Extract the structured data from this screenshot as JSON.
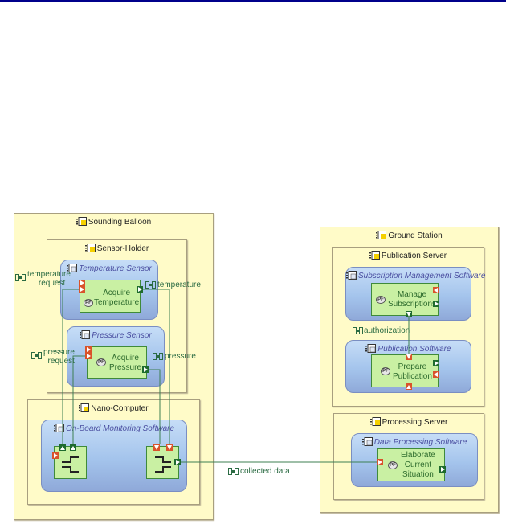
{
  "diagram": {
    "nodes": {
      "sounding_balloon": "Sounding Balloon",
      "sensor_holder": "Sensor-Holder",
      "nano_computer": "Nano-Computer",
      "ground_station": "Ground Station",
      "publication_server": "Publication Server",
      "processing_server": "Processing Server"
    },
    "components": {
      "temperature_sensor": "Temperature Sensor",
      "pressure_sensor": "Pressure Sensor",
      "onboard_monitoring": "On-Board Monitoring Software",
      "subscription_mgmt": "Subscription Management Software",
      "publication_software": "Publication Software",
      "data_processing": "Data Processing Software"
    },
    "functions": {
      "acquire_temperature": "Acquire\nTemperature",
      "acquire_pressure": "Acquire\nPressure",
      "manage_subscriptions": "Manage\nSubscriptions",
      "prepare_publication": "Prepare\nPublication",
      "elaborate_situation": "Elaborate\nCurrent\nSituation",
      "pf_badge": "PF"
    },
    "exchanges": {
      "temperature_request": "temperature\n     request",
      "temperature": "temperature",
      "pressure_request": "pressure\n  request",
      "pressure": "pressure",
      "authorization": "authorization",
      "collected_data": "collected data"
    },
    "colors": {
      "node_fill": "#fffbc8",
      "component_fill": "#a4c4ec",
      "function_fill": "#c9f0a3",
      "in_port": "#d9532b",
      "out_port": "#1e6b2e",
      "exchange_line": "#3d7f52",
      "title_bar": "#00008b"
    }
  }
}
